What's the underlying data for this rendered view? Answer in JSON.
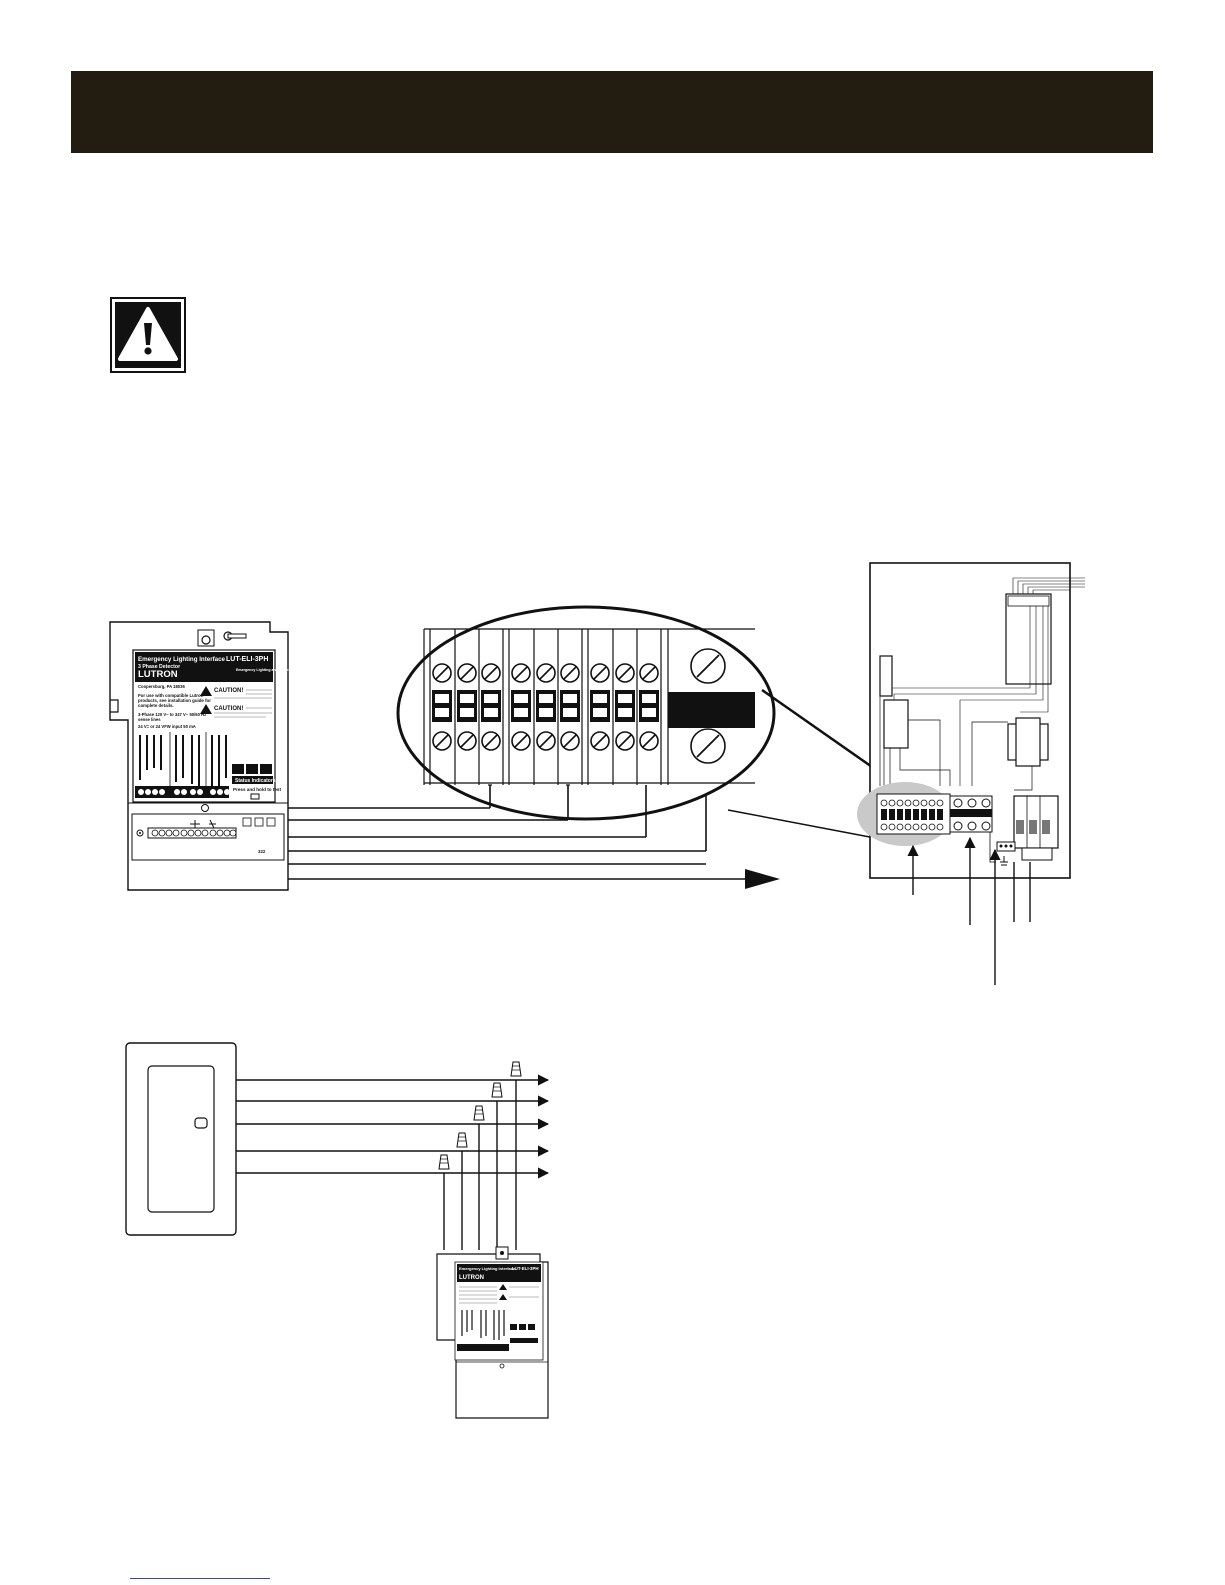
{
  "colors": {
    "header": "#231c10",
    "ink": "#111111",
    "highlight": "#c9c9c9",
    "footer_link": "#3344cc"
  },
  "icons": [
    "warning-icon",
    "terminal-screw-icon",
    "wire-nut-icon",
    "arrow-icon"
  ],
  "device_label": {
    "title_line1": "Emergency Lighting Interface",
    "title_line2": "3 Phase Detector",
    "model": "LUT-ELI-3PH",
    "brand": "LUTRON",
    "location": "Coopersburg, PA 18036",
    "listing": "Emergency Lighting and Power Equipment",
    "use_note_1": "For use with compatible Lutron",
    "use_note_2": "products, see installation guide for",
    "use_note_3": "complete details.",
    "sense_1": "3-Phase 120 V~ to 347 V~ 50/60 Hz",
    "sense_2": "sense lines",
    "input": "24 V= or 24 VFW input 50 mA",
    "caution_1": "CAUTION!",
    "caution_2": "CAUTION!",
    "status": "Status Indicators",
    "press": "Press and hold to test"
  }
}
